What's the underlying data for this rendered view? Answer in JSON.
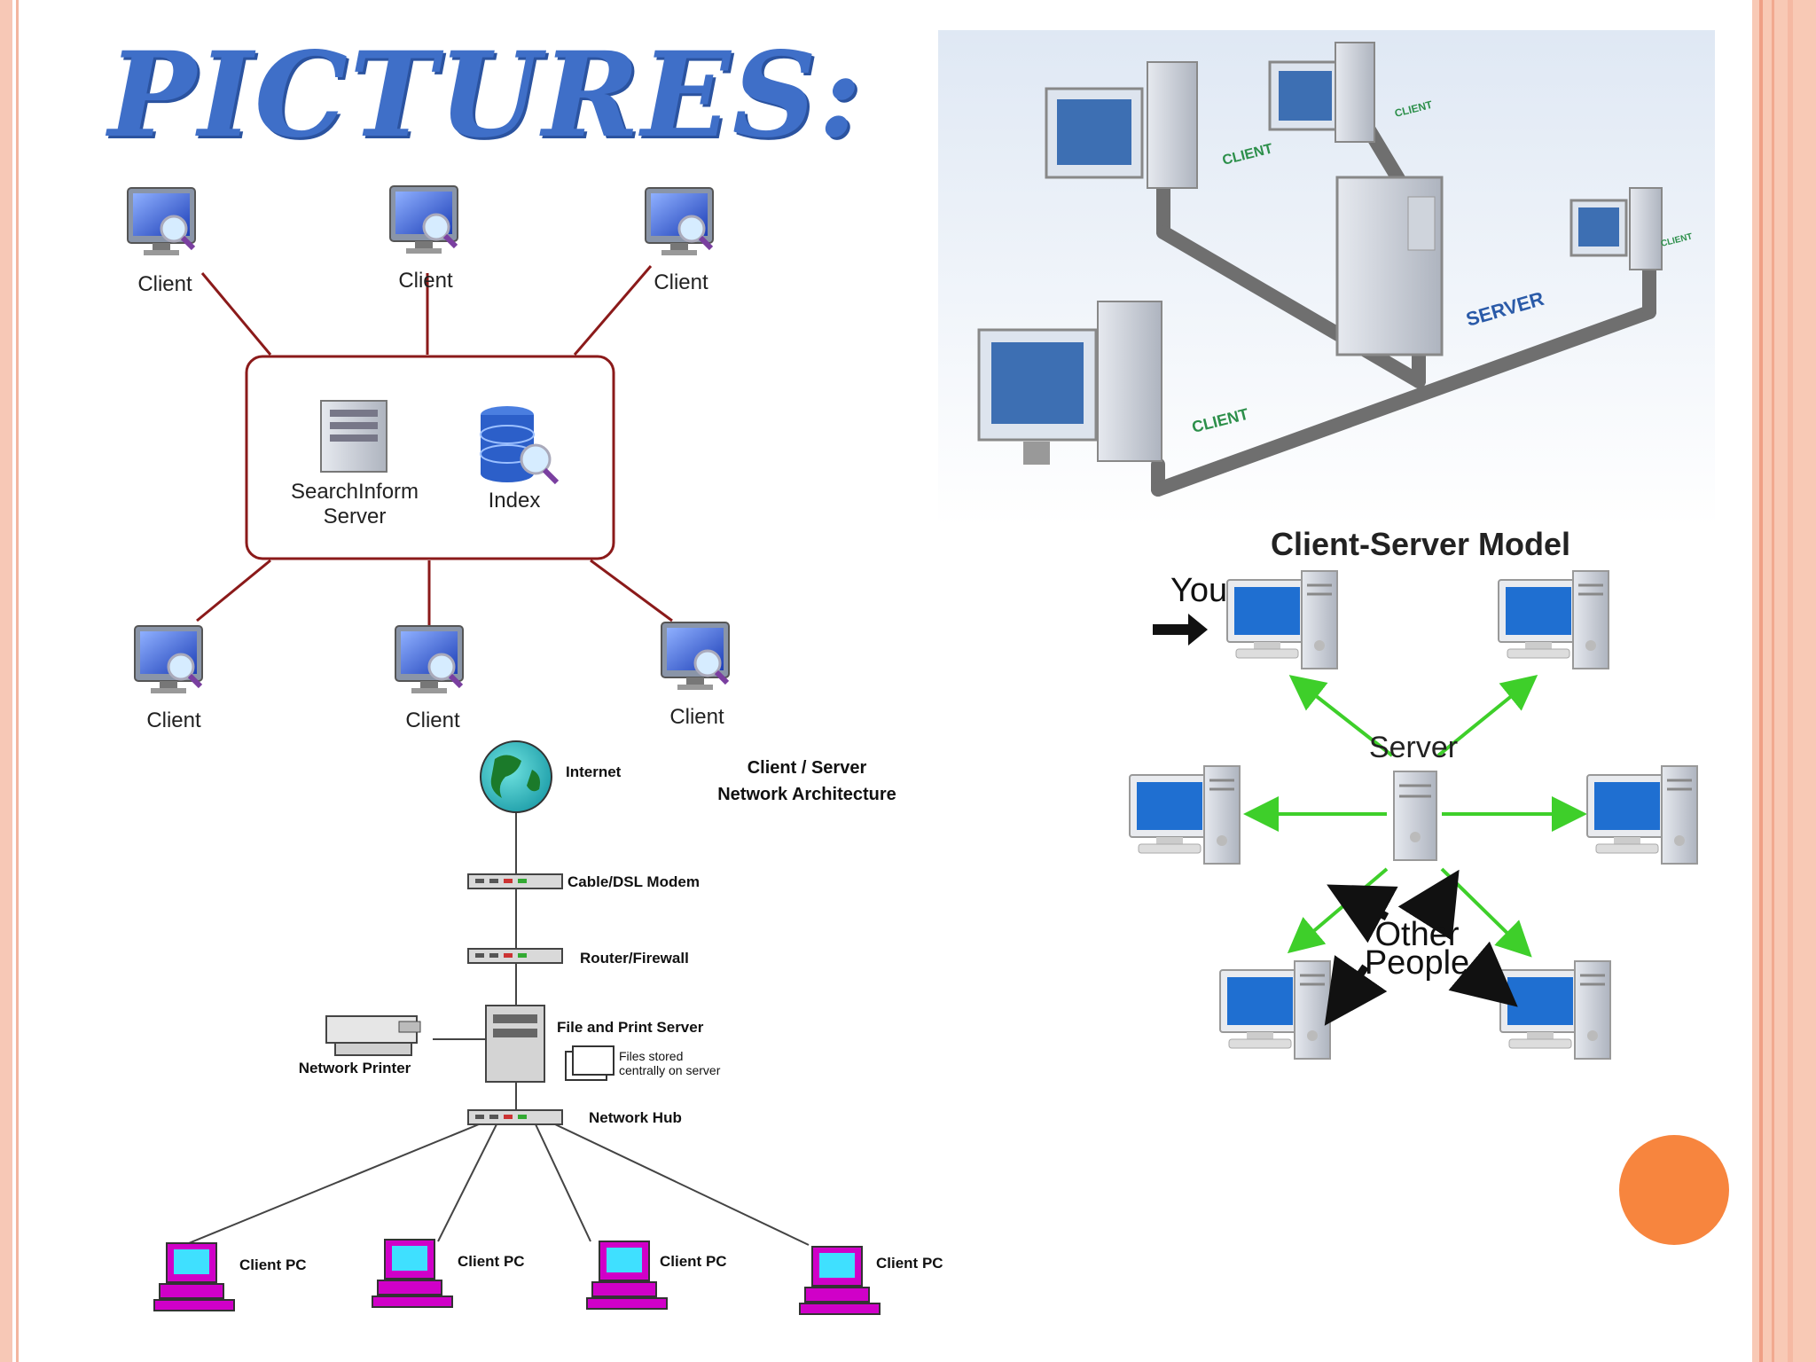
{
  "slide": {
    "title": "PICTURES:"
  },
  "searchinform_diagram": {
    "clients": [
      "Client",
      "Client",
      "Client",
      "Client",
      "Client",
      "Client"
    ],
    "server_label_1": "SearchInform",
    "server_label_2": "Server",
    "index_label": "Index"
  },
  "photo_diagram": {
    "client_labels": [
      "CLIENT",
      "CLIENT",
      "CLIENT",
      "CLIENT"
    ],
    "server_label": "SERVER"
  },
  "network_arch": {
    "title_1": "Client / Server",
    "title_2": "Network Architecture",
    "internet": "Internet",
    "modem": "Cable/DSL Modem",
    "router": "Router/Firewall",
    "server": "File and Print Server",
    "printer": "Network Printer",
    "files_1": "Files stored",
    "files_2": "centrally on server",
    "hub": "Network Hub",
    "client_pcs": [
      "Client PC",
      "Client PC",
      "Client PC",
      "Client PC"
    ]
  },
  "model_diagram": {
    "title": "Client-Server Model",
    "you": "You",
    "server": "Server",
    "other_1": "Other",
    "other_2": "People"
  },
  "colors": {
    "title": "#3f6fc8",
    "link_line": "#8b1a1a",
    "arrow_green": "#3ecf2a",
    "accent_dot": "#f7853e"
  }
}
